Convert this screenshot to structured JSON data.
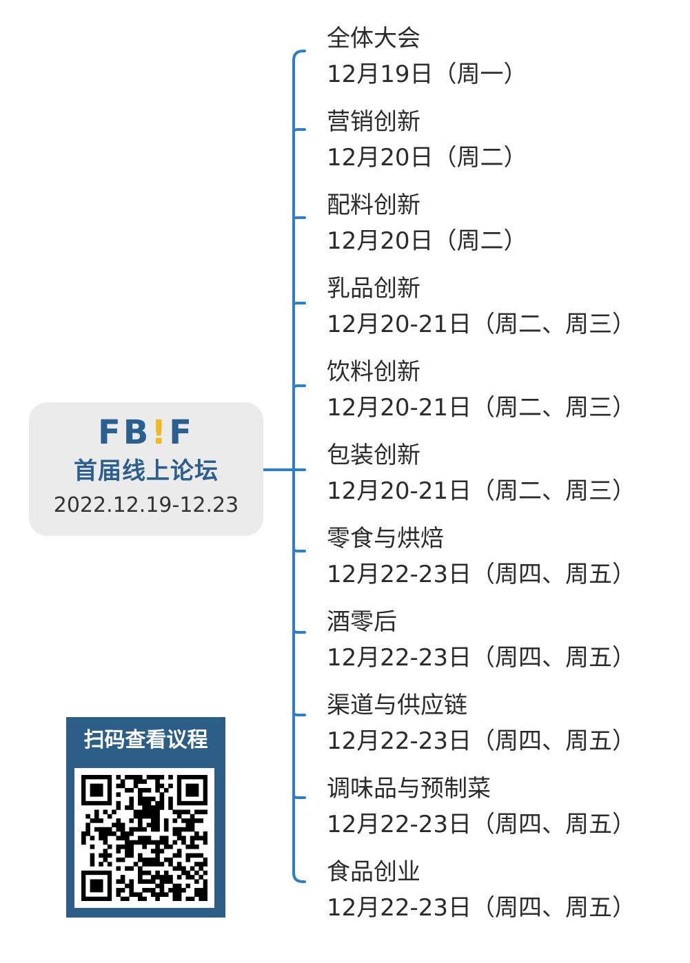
{
  "root": {
    "logo_left": "FB",
    "logo_accent": "!",
    "logo_right": "F",
    "title": "首届线上论坛",
    "date": "2022.12.19-12.23"
  },
  "branches": [
    {
      "name": "全体大会",
      "date": "12月19日（周一）"
    },
    {
      "name": "营销创新",
      "date": "12月20日（周二）"
    },
    {
      "name": "配料创新",
      "date": "12月20日（周二）"
    },
    {
      "name": "乳品创新",
      "date": "12月20-21日（周二、周三）"
    },
    {
      "name": "饮料创新",
      "date": "12月20-21日（周二、周三）"
    },
    {
      "name": "包装创新",
      "date": "12月20-21日（周二、周三）"
    },
    {
      "name": "零食与烘焙",
      "date": "12月22-23日（周四、周五）"
    },
    {
      "name": "酒零后",
      "date": "12月22-23日（周四、周五）"
    },
    {
      "name": "渠道与供应链",
      "date": "12月22-23日（周四、周五）"
    },
    {
      "name": "调味品与预制菜",
      "date": "12月22-23日（周四、周五）"
    },
    {
      "name": "食品创业",
      "date": "12月22-23日（周四、周五）"
    }
  ],
  "qr": {
    "caption": "扫码查看议程",
    "icon": "qr-code-icon"
  },
  "colors": {
    "brand_blue": "#2a5f8f",
    "accent_yellow": "#f0b823",
    "connector": "#2f7fc4",
    "root_bg": "#ebebeb",
    "qr_bg": "#2d5e87"
  }
}
